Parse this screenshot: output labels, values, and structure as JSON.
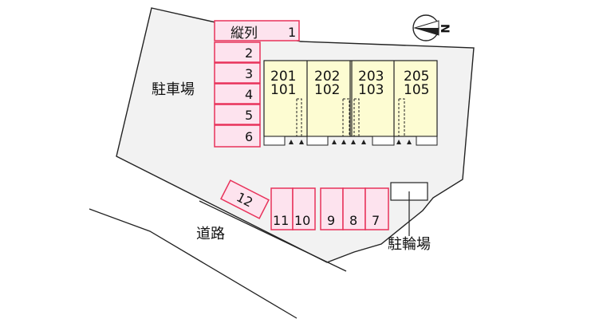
{
  "parking": {
    "area_label": "駐車場",
    "column_header": "縦列",
    "spaces": [
      "1",
      "2",
      "3",
      "4",
      "5",
      "6",
      "7",
      "8",
      "9",
      "10",
      "11",
      "12"
    ]
  },
  "building": {
    "units": [
      {
        "upper": "201",
        "lower": "101"
      },
      {
        "upper": "202",
        "lower": "102"
      },
      {
        "upper": "203",
        "lower": "103"
      },
      {
        "upper": "205",
        "lower": "105"
      }
    ]
  },
  "bicycle_parking": {
    "label": "駐輪場"
  },
  "road": {
    "label": "道路"
  },
  "compass": {
    "north_label": "N"
  },
  "colors": {
    "lot": "#f2f2f2",
    "parking_fill": "#fde3ee",
    "parking_border": "#e8325a",
    "building_fill": "#fdfcd2"
  }
}
